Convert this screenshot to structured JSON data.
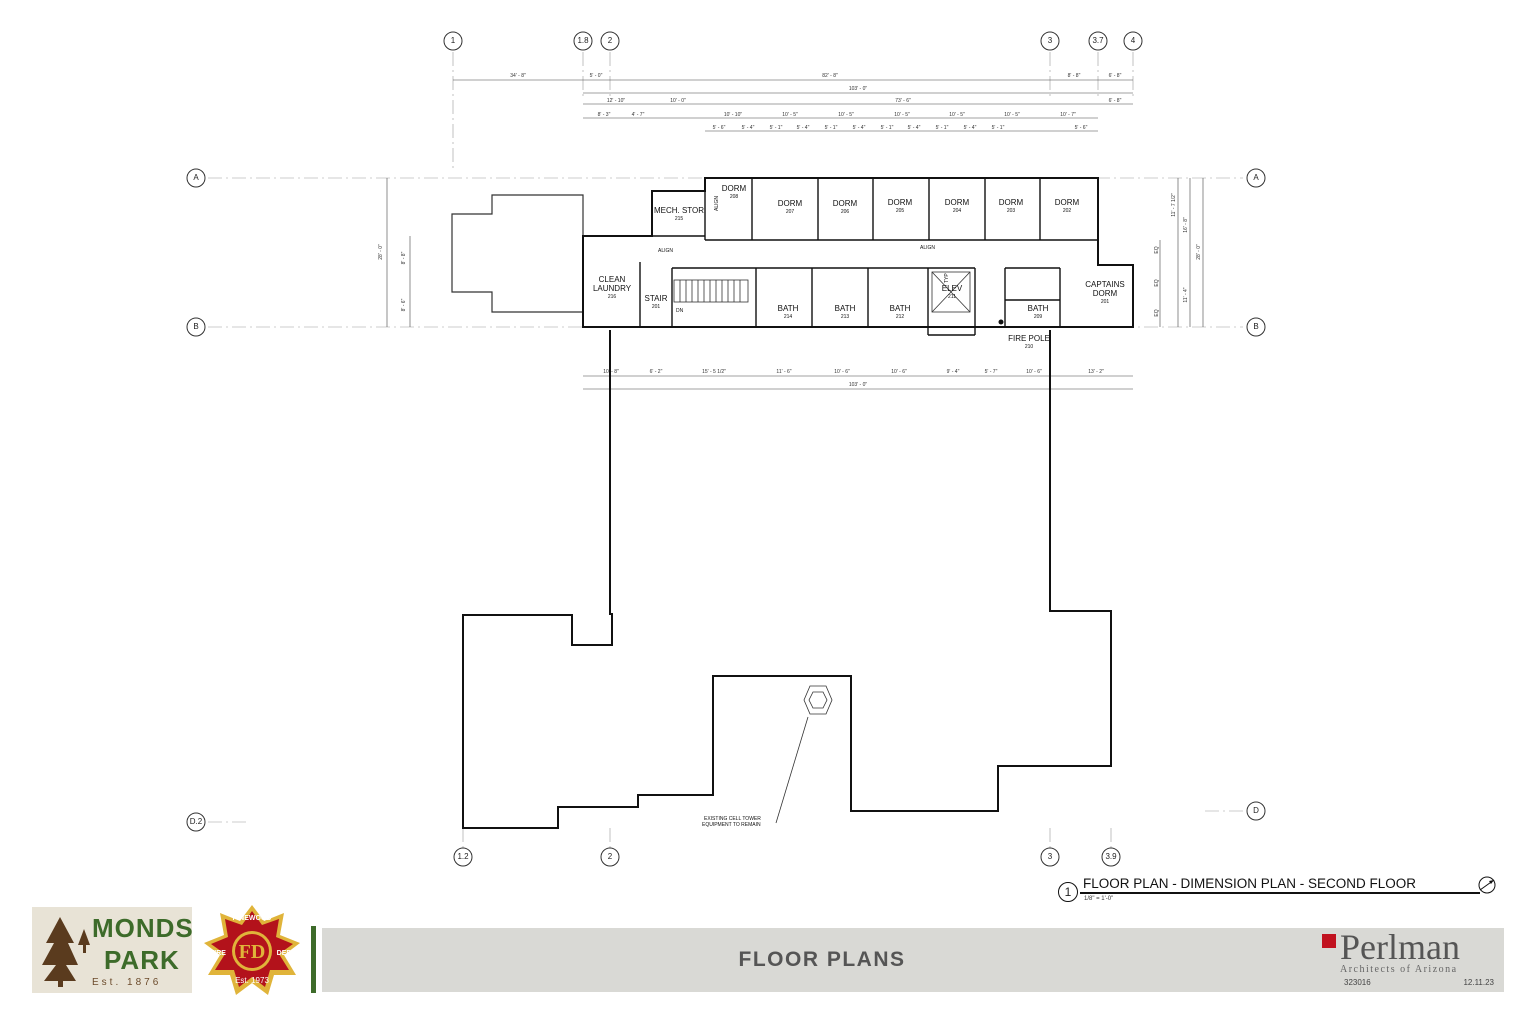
{
  "grid": {
    "top_columns": [
      "1",
      "1.8",
      "2",
      "3",
      "3.7",
      "4"
    ],
    "bottom_columns": [
      "1.2",
      "2",
      "3",
      "3.9"
    ],
    "rows": [
      "A",
      "B",
      "D"
    ],
    "row_left_extra": "D.2"
  },
  "dimensions": {
    "top_row1": [
      "34' - 8\"",
      "5' - 0\"",
      "82' - 8\"",
      "8' - 8\"",
      "6' - 8\""
    ],
    "top_row2": [
      "103' - 0\""
    ],
    "top_row3": [
      "12' - 10\"",
      "10' - 0\"",
      "73' - 6\"",
      "6' - 8\""
    ],
    "top_row4": [
      "8' - 3\"",
      "4' - 7\"",
      "10' - 10\"",
      "10' - 5\"",
      "10' - 5\"",
      "10' - 5\"",
      "10' - 5\"",
      "10' - 5\"",
      "10' - 7\""
    ],
    "top_row5": [
      "5' - 6\"",
      "5' - 4\"",
      "5' - 1\"",
      "5' - 4\"",
      "5' - 1\"",
      "5' - 4\"",
      "5' - 1\"",
      "5' - 4\"",
      "5' - 1\"",
      "5' - 4\"",
      "5' - 1\"",
      "5' - 6\""
    ],
    "bottom_row1": [
      "10' - 8\"",
      "6' - 2\"",
      "15' - 5 1/2\"",
      "11' - 6\"",
      "10' - 6\"",
      "10' - 6\"",
      "9' - 4\"",
      "5' - 7\"",
      "10' - 6\"",
      "13' - 2\""
    ],
    "bottom_row2": [
      "103' - 0\""
    ],
    "left": [
      "28' - 0\"",
      "8' - 8\"",
      "8' - 6\""
    ],
    "right": [
      "11' - 7 1/2\"",
      "16' - 8\"",
      "28' - 0\"",
      "11' - 4\"",
      "EQ",
      "EQ",
      "EQ"
    ]
  },
  "rooms": [
    {
      "name": "DORM",
      "num": "208"
    },
    {
      "name": "DORM",
      "num": "207"
    },
    {
      "name": "DORM",
      "num": "206"
    },
    {
      "name": "DORM",
      "num": "205"
    },
    {
      "name": "DORM",
      "num": "204"
    },
    {
      "name": "DORM",
      "num": "203"
    },
    {
      "name": "DORM",
      "num": "202"
    },
    {
      "name": "MECH. STOR",
      "num": "215"
    },
    {
      "name": "CLEAN",
      "name2": "LAUNDRY",
      "num": "216"
    },
    {
      "name": "STAIR",
      "num": "201"
    },
    {
      "name": "BATH",
      "num": "214"
    },
    {
      "name": "BATH",
      "num": "213"
    },
    {
      "name": "BATH",
      "num": "212"
    },
    {
      "name": "ELEV",
      "num": "211"
    },
    {
      "name": "BATH",
      "num": "209"
    },
    {
      "name": "CAPTAINS",
      "name2": "DORM",
      "num": "201"
    },
    {
      "name": "FIRE POLE",
      "num": "210"
    }
  ],
  "notes": {
    "align1": "ALIGN",
    "align2": "ALIGN",
    "align3": "ALIGN",
    "dn": "DN",
    "typ": "TYP",
    "cell_tower": "EXISTING CELL TOWER",
    "cell_tower2": "EQUIPMENT TO REMAIN"
  },
  "drawing_title": {
    "number": "1",
    "name": "FLOOR PLAN - DIMENSION PLAN - SECOND FLOOR",
    "scale": "1/8\" = 1'-0\""
  },
  "title_block": {
    "sheet_title": "FLOOR PLANS",
    "firm_name": "Perlman",
    "firm_sub": "Architects of Arizona",
    "project_number": "323016",
    "date": "12.11.23"
  },
  "logos": {
    "monds_line1": "MONDS",
    "monds_line2": "PARK",
    "monds_est": "Est. 1876",
    "fire_top": "PINEWOOD",
    "fire_left": "FIRE",
    "fire_right": "DEPT",
    "fire_mono": "FD",
    "fire_est": "Est. 1973"
  },
  "colors": {
    "title_bar": "#d9d9d5",
    "accent_green": "#3d6b2a",
    "fire_red": "#b3121b",
    "fire_gold": "#e0b43a",
    "perlman_red": "#c1121f"
  }
}
